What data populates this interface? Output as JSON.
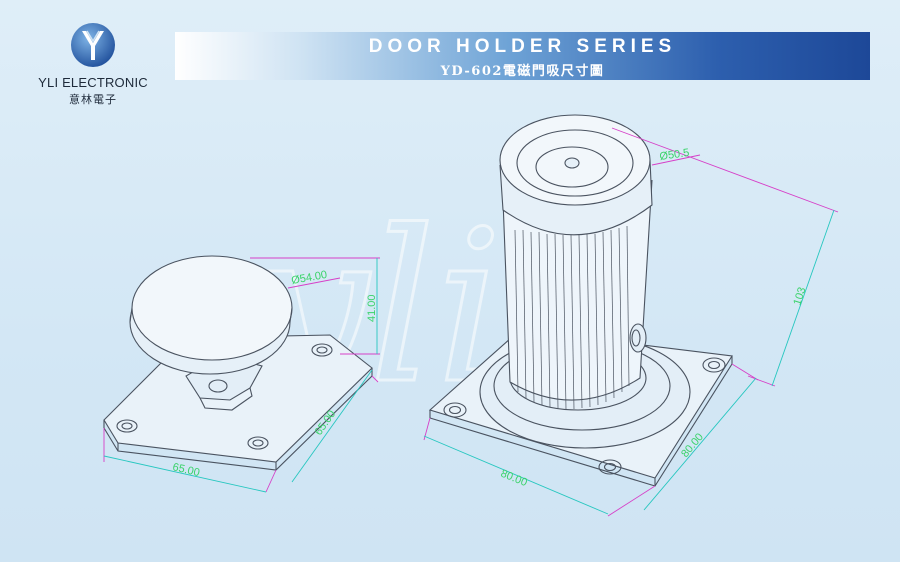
{
  "brand": {
    "name": "YLI ELECTRONIC",
    "name_zh": "意林電子"
  },
  "banner": {
    "title": "DOOR HOLDER SERIES",
    "subtitle": "YD-602電磁門吸尺寸圖"
  },
  "watermark": "yli",
  "dimensions": {
    "left_plate_diameter": "Ø54.00",
    "left_height": "41.00",
    "left_base_width": "65.00",
    "left_base_depth": "65.00",
    "right_magnet_diameter": "Ø50.5",
    "right_height": "103",
    "right_base_width": "80.00",
    "right_base_depth": "80.00"
  },
  "colors": {
    "dimension_text": "#3ad36a",
    "dimension_line": "#27c7c0",
    "leader_line": "#d640c8",
    "outline": "#4a5360"
  }
}
